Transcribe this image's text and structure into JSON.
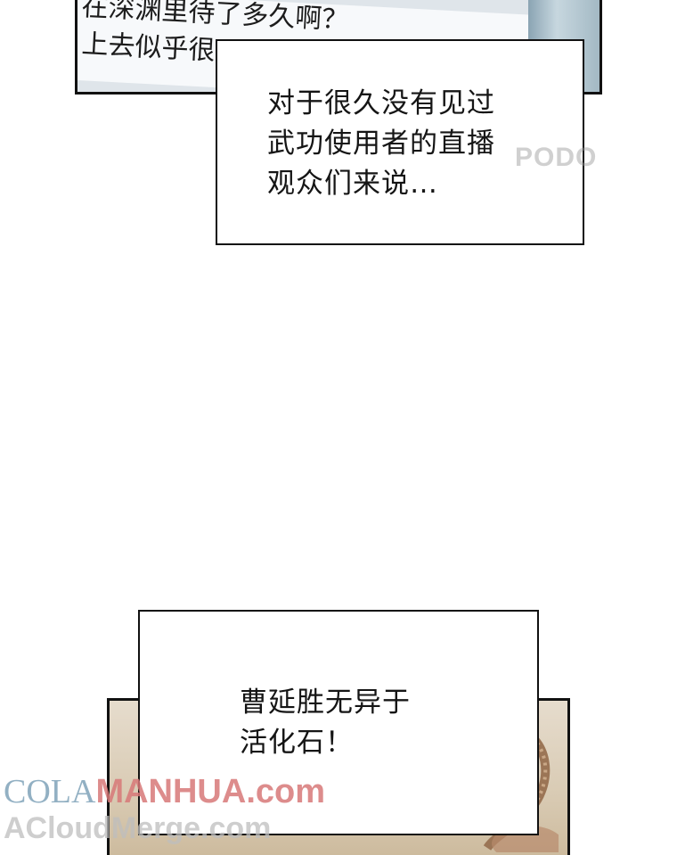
{
  "top_panel": {
    "line_1": "在深渊里待了多久啊？",
    "line_2": "上去似乎很"
  },
  "captions": [
    {
      "lines": [
        "对于很久没有见过",
        "武功使用者的直播",
        "观众们来说…"
      ]
    },
    {
      "lines": [
        "曹延胜无异于",
        "活化石！"
      ]
    }
  ],
  "watermarks": {
    "podo": "PODO",
    "cola": "COLA",
    "manhua": "MANHUA.com",
    "cloud": "ACloudMerge.com"
  }
}
